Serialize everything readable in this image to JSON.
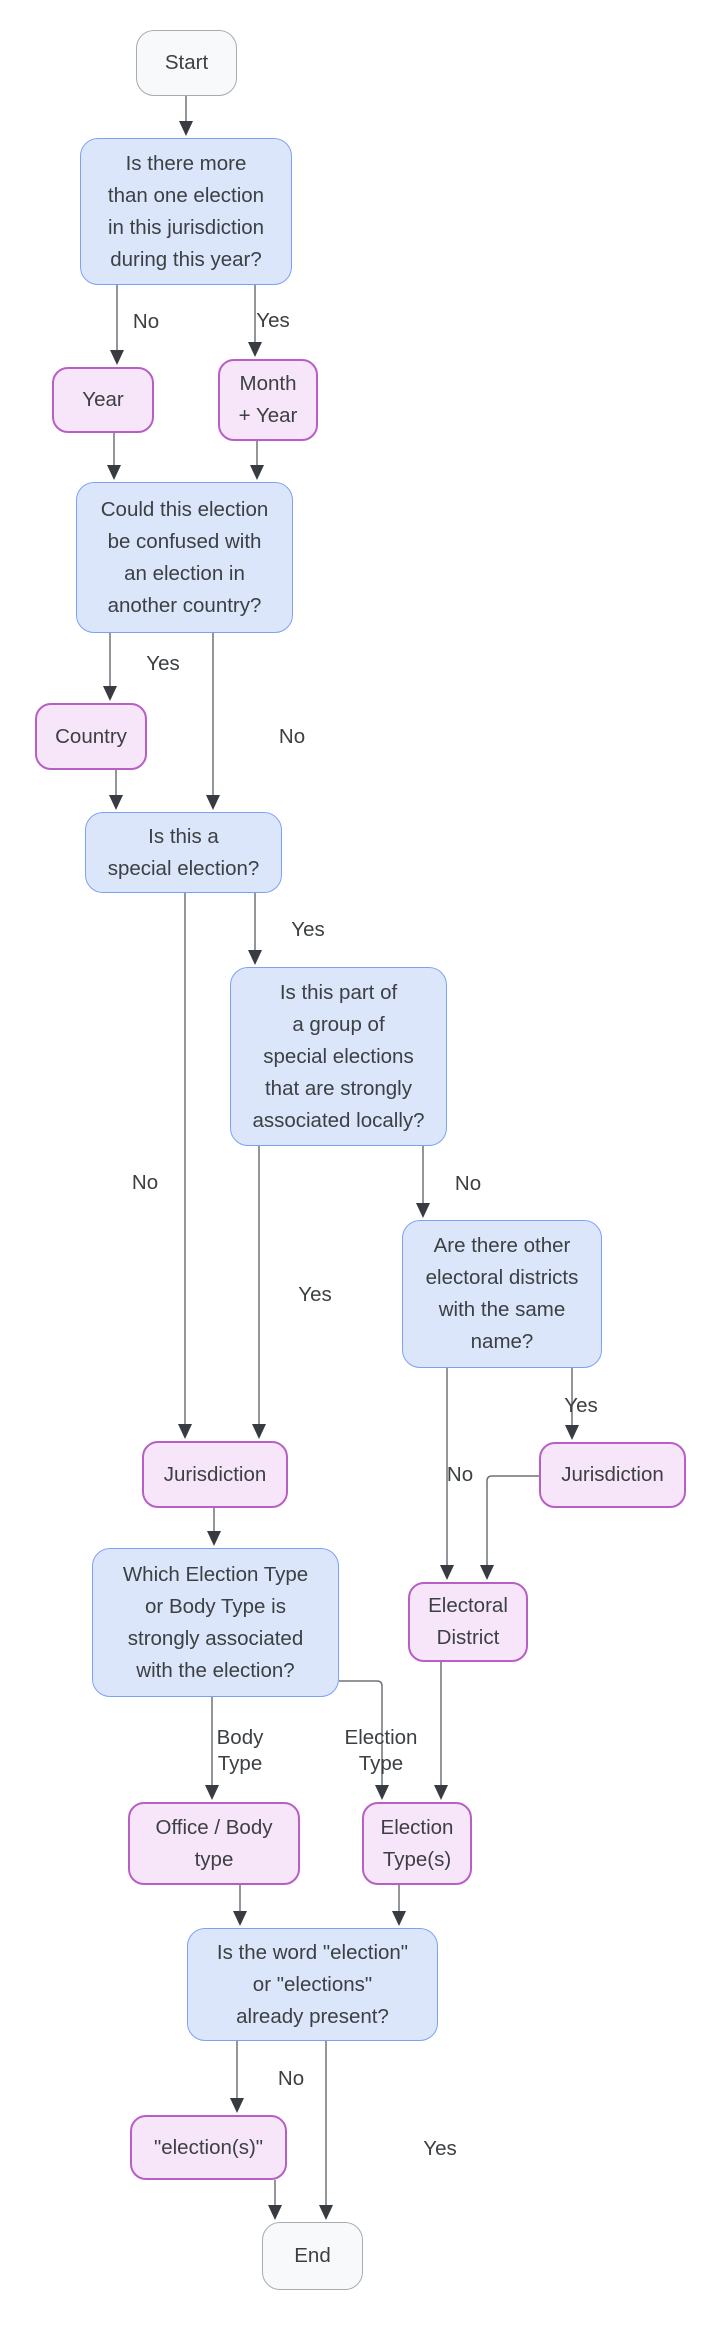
{
  "diagram": {
    "type": "flowchart",
    "colors": {
      "background": "#ffffff",
      "question_fill": "#dbe6fb",
      "question_border": "#7da2f4",
      "result_fill": "#f7e6f9",
      "result_border": "#b85fc5",
      "terminal_fill": "#f8f9fb",
      "terminal_border": "#a7acb3",
      "text": "#3c4043",
      "edge_line": "#6e7278",
      "arrowhead": "#383c42"
    },
    "nodes": {
      "start": {
        "label": "Start",
        "kind": "terminal"
      },
      "q_multiple_elections": {
        "label": "Is there more\nthan one election\nin this jurisdiction\nduring this year?",
        "kind": "question"
      },
      "year": {
        "label": "Year",
        "kind": "result"
      },
      "month_year": {
        "label": "Month\n+ Year",
        "kind": "result"
      },
      "q_confused_country": {
        "label": "Could this election\nbe confused with\nan election in\nanother country?",
        "kind": "question"
      },
      "country": {
        "label": "Country",
        "kind": "result"
      },
      "q_special_election": {
        "label": "Is this a\nspecial election?",
        "kind": "question"
      },
      "q_group_special": {
        "label": "Is this part of\na group of\nspecial elections\nthat are strongly\nassociated locally?",
        "kind": "question"
      },
      "q_other_districts": {
        "label": "Are there other\nelectoral districts\nwith the same\nname?",
        "kind": "question"
      },
      "jurisdiction_left": {
        "label": "Jurisdiction",
        "kind": "result"
      },
      "jurisdiction_right": {
        "label": "Jurisdiction",
        "kind": "result"
      },
      "q_type_association": {
        "label": "Which Election Type\nor Body Type is\nstrongly associated\nwith the election?",
        "kind": "question"
      },
      "electoral_district": {
        "label": "Electoral\nDistrict",
        "kind": "result"
      },
      "office_body_type": {
        "label": "Office / Body\ntype",
        "kind": "result"
      },
      "election_types": {
        "label": "Election\nType(s)",
        "kind": "result"
      },
      "q_word_present": {
        "label": "Is the word \"election\"\nor \"elections\"\nalready present?",
        "kind": "question"
      },
      "election_s": {
        "label": "\"election(s)\"",
        "kind": "result"
      },
      "end": {
        "label": "End",
        "kind": "terminal"
      }
    },
    "labels": {
      "multiple_no": "No",
      "multiple_yes": "Yes",
      "confused_yes": "Yes",
      "confused_no": "No",
      "special_yes": "Yes",
      "special_no": "No",
      "group_yes": "Yes",
      "group_no": "No",
      "districts_yes": "Yes",
      "districts_no": "No",
      "body_type": "Body\nType",
      "election_type": "Election\nType",
      "word_no": "No",
      "word_yes": "Yes"
    }
  }
}
